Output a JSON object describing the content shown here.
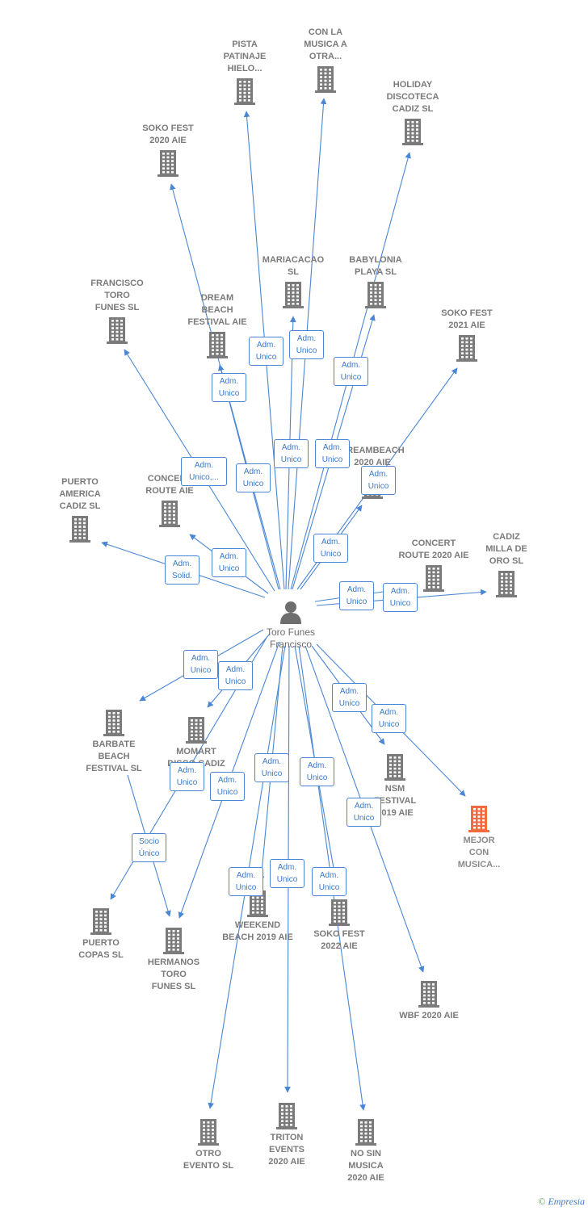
{
  "person": {
    "name": "Toro Funes\nFrancisco"
  },
  "companies": [
    {
      "id": "pista",
      "label": "PISTA\nPATINAJE\nHIELO..."
    },
    {
      "id": "conlamusica",
      "label": "CON LA\nMUSICA A\nOTRA..."
    },
    {
      "id": "holiday",
      "label": "HOLIDAY\nDISCOTECA\nCADIZ  SL"
    },
    {
      "id": "sokofest2020",
      "label": "SOKO FEST\n2020  AIE"
    },
    {
      "id": "mariacacao",
      "label": "MARIACACAO\nSL"
    },
    {
      "id": "babylonia",
      "label": "BABYLONIA\nPLAYA  SL"
    },
    {
      "id": "francisco",
      "label": "FRANCISCO\nTORO\nFUNES  SL"
    },
    {
      "id": "dreambeach",
      "label": "DREAM\nBEACH\nFESTIVAL AIE"
    },
    {
      "id": "sokofest2021",
      "label": "SOKO FEST\n2021  AIE"
    },
    {
      "id": "dreambeach2020",
      "label": "DREAMBEACH\n2020 AIE"
    },
    {
      "id": "puertoamerica",
      "label": "PUERTO\nAMERICA\nCADIZ  SL"
    },
    {
      "id": "concertroute",
      "label": "CONCERT\nROUTE  AIE"
    },
    {
      "id": "concertroute2020",
      "label": "CONCERT\nROUTE 2020 AIE"
    },
    {
      "id": "cadizmilla",
      "label": "CADIZ\nMILLA DE\nORO  SL"
    },
    {
      "id": "barbate",
      "label": "BARBATE\nBEACH\nFESTIVAL  SL"
    },
    {
      "id": "momart",
      "label": "MOMART\nDISCO CADIZ"
    },
    {
      "id": "nsm",
      "label": "NSM\nFESTIVAL\n2019 AIE"
    },
    {
      "id": "mejor",
      "label": "MEJOR\nCON\nMUSICA..."
    },
    {
      "id": "puertocopas",
      "label": "PUERTO\nCOPAS  SL"
    },
    {
      "id": "hermanos",
      "label": "HERMANOS\nTORO\nFUNES SL"
    },
    {
      "id": "weekend",
      "label": "WEEKEND\nBEACH 2019 AIE"
    },
    {
      "id": "sokofest2022",
      "label": "SOKO FEST\n2022 AIE"
    },
    {
      "id": "wbf",
      "label": "WBF 2020 AIE"
    },
    {
      "id": "otroevento",
      "label": "OTRO\nEVENTO  SL"
    },
    {
      "id": "triton",
      "label": "TRITON\nEVENTS\n2020 AIE"
    },
    {
      "id": "nosinmusica",
      "label": "NO SIN\nMUSICA\n2020 AIE"
    }
  ],
  "relations": [
    {
      "id": "r_dreambeach",
      "label": "Adm.\nUnico"
    },
    {
      "id": "r_pista",
      "label": "Adm.\nUnico"
    },
    {
      "id": "r_conlamusica",
      "label": "Adm.\nUnico"
    },
    {
      "id": "r_holiday",
      "label": "Adm.\nUnico"
    },
    {
      "id": "r_francisco",
      "label": "Adm.\nUnico,..."
    },
    {
      "id": "r_sokofest2020",
      "label": "Adm.\nUnico"
    },
    {
      "id": "r_mariacacao",
      "label": "Adm.\nUnico"
    },
    {
      "id": "r_babylonia",
      "label": "Adm.\nUnico"
    },
    {
      "id": "r_sokofest2021",
      "label": "Adm.\nUnico"
    },
    {
      "id": "r_puertoamerica",
      "label": "Adm.\nSolid."
    },
    {
      "id": "r_concertroute",
      "label": "Adm.\nUnico"
    },
    {
      "id": "r_dreambeach2020",
      "label": "Adm.\nUnico"
    },
    {
      "id": "r_concertroute2020",
      "label": "Adm.\nUnico"
    },
    {
      "id": "r_cadizmilla",
      "label": "Adm.\nUnico"
    },
    {
      "id": "r_barbate",
      "label": "Adm.\nUnico"
    },
    {
      "id": "r_momart",
      "label": "Adm.\nUnico"
    },
    {
      "id": "r_nsm",
      "label": "Adm.\nUnico"
    },
    {
      "id": "r_mejor",
      "label": "Adm.\nUnico"
    },
    {
      "id": "r_puertocopas",
      "label": "Adm.\nUnico"
    },
    {
      "id": "r_socio",
      "label": "Socio\nÚnico"
    },
    {
      "id": "r_hermanos",
      "label": "Adm.\nUnico"
    },
    {
      "id": "r_otroevento",
      "label": "Adm.\nUnico"
    },
    {
      "id": "r_weekend",
      "label": "Adm.\nUnico"
    },
    {
      "id": "r_triton",
      "label": "Adm.\nUnico"
    },
    {
      "id": "r_sokofest2022",
      "label": "Adm.\nUnico"
    },
    {
      "id": "r_nosinmusica",
      "label": "Adm.\nUnico"
    },
    {
      "id": "r_wbf",
      "label": "Adm.\nUnico"
    }
  ],
  "colors": {
    "edge": "#4a86d4",
    "building": "#7b7b7b",
    "highlight": "#f26a3d",
    "person": "#6e6e6e"
  },
  "footer": {
    "copyright": "©",
    "brand": "Empresia"
  }
}
